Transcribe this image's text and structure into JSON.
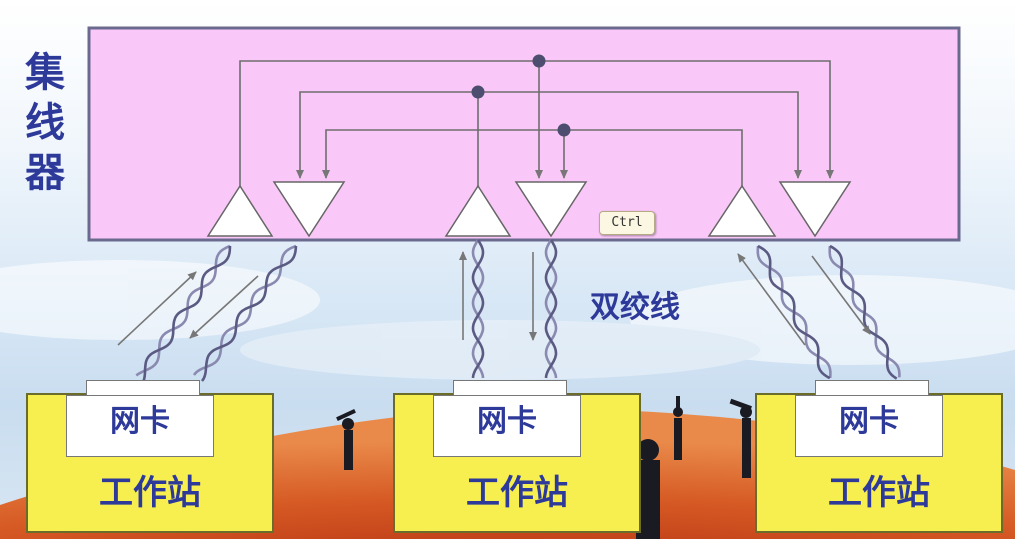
{
  "labels": {
    "hub": "集线器",
    "twisted_pair": "双绞线",
    "ctrl_badge": "Ctrl"
  },
  "workstations": [
    {
      "card": "网卡",
      "name": "工作站"
    },
    {
      "card": "网卡",
      "name": "工作站"
    },
    {
      "card": "网卡",
      "name": "工作站"
    }
  ],
  "colors": {
    "hub_fill": "#fac8f8",
    "hub_border": "#6a6a8e",
    "text_blue": "#2e3a9a",
    "workstation_fill": "#f7ee4f",
    "ground": "#d2461c"
  }
}
